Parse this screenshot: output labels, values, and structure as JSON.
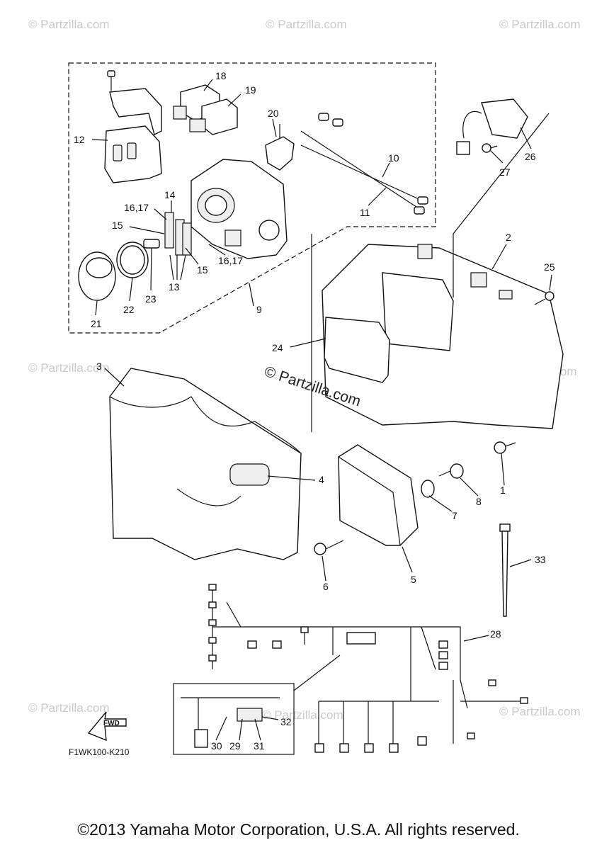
{
  "watermarks": {
    "site": "© Partzilla.com",
    "center": "© Partzilla.com"
  },
  "diagram_code": "F1WK100-K210",
  "fwd_label": "FWD",
  "copyright": "©2013 Yamaha Motor Corporation, U.S.A. All rights reserved.",
  "callouts": {
    "c1": "1",
    "c2": "2",
    "c3": "3",
    "c4": "4",
    "c5": "5",
    "c6": "6",
    "c7": "7",
    "c8": "8",
    "c9": "9",
    "c10": "10",
    "c11": "11",
    "c12": "12",
    "c13": "13",
    "c14": "14",
    "c15a": "15",
    "c15b": "15",
    "c1617a": "16,17",
    "c1617b": "16,17",
    "c18": "18",
    "c19": "19",
    "c20": "20",
    "c21": "21",
    "c22": "22",
    "c23": "23",
    "c24": "24",
    "c25": "25",
    "c26": "26",
    "c27": "27",
    "c28": "28",
    "c29": "29",
    "c30": "30",
    "c31": "31",
    "c32": "32",
    "c33": "33"
  }
}
